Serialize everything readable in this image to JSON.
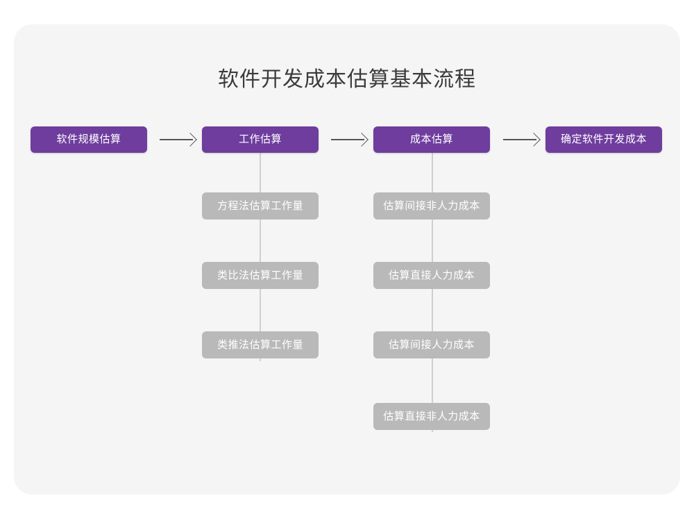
{
  "diagram": {
    "title": "软件开发成本估算基本流程",
    "colors": {
      "primary": "#6f3d9e",
      "secondary": "#b9b9b9",
      "card_background": "#f5f5f5",
      "page_background": "#ffffff",
      "title_text": "#3b3b3b",
      "node_text": "#ffffff",
      "connector": "#cfcfcf",
      "arrow": "#555555"
    },
    "main_flow": [
      {
        "id": "step-1",
        "label": "软件规模估算"
      },
      {
        "id": "step-2",
        "label": "工作估算"
      },
      {
        "id": "step-3",
        "label": "成本估算"
      },
      {
        "id": "step-4",
        "label": "确定软件开发成本"
      }
    ],
    "arrows": [
      {
        "id": "arrow-1",
        "glyph": "right-arrow"
      },
      {
        "id": "arrow-2",
        "glyph": "right-arrow"
      },
      {
        "id": "arrow-3",
        "glyph": "right-arrow"
      }
    ],
    "branch_effort": {
      "parent": "工作估算",
      "items": [
        {
          "id": "effort-1",
          "label": "方程法估算工作量"
        },
        {
          "id": "effort-2",
          "label": "类比法估算工作量"
        },
        {
          "id": "effort-3",
          "label": "类推法估算工作量"
        }
      ]
    },
    "branch_cost": {
      "parent": "成本估算",
      "items": [
        {
          "id": "cost-1",
          "label": "估算间接非人力成本"
        },
        {
          "id": "cost-2",
          "label": "估算直接人力成本"
        },
        {
          "id": "cost-3",
          "label": "估算间接人力成本"
        },
        {
          "id": "cost-4",
          "label": "估算直接非人力成本"
        }
      ]
    }
  }
}
